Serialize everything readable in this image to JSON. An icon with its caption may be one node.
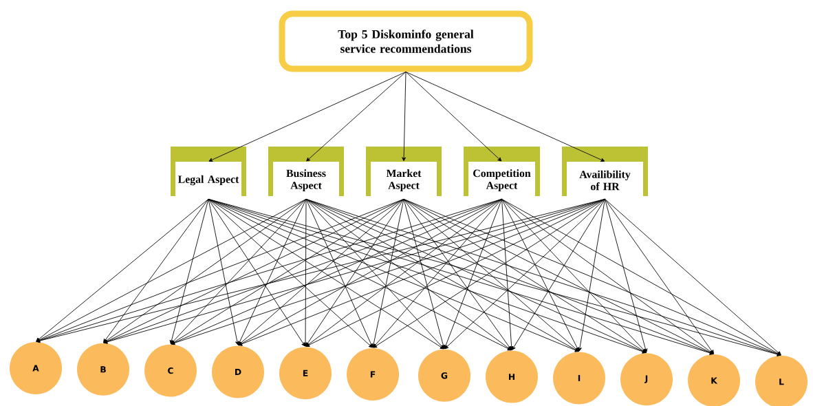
{
  "diagram": {
    "nodes": [
      {
        "text": [
          "Top 5 Diskominfo general service recommendations"
        ]
      },
      {
        "text": [
          "Legal Aspect"
        ]
      },
      {
        "text": [
          "Business Aspect"
        ]
      },
      {
        "text": [
          "Market Aspect"
        ]
      },
      {
        "text": [
          "Competition Aspect"
        ]
      },
      {
        "text": [
          "Availibility of HR"
        ]
      },
      {
        "text": [
          "A"
        ]
      },
      {
        "text": [
          "B"
        ]
      },
      {
        "text": [
          "C"
        ]
      },
      {
        "text": [
          "D"
        ]
      },
      {
        "text": [
          "E"
        ]
      },
      {
        "text": [
          "F"
        ]
      },
      {
        "text": [
          "G"
        ]
      },
      {
        "text": [
          "H"
        ]
      },
      {
        "text": [
          "I"
        ]
      },
      {
        "text": [
          "J"
        ]
      },
      {
        "text": [
          "K"
        ]
      },
      {
        "text": [
          "L"
        ]
      }
    ],
    "edges": [
      {
        "from": 0,
        "to": 1,
        "arrow": "to"
      },
      {
        "from": 0,
        "to": 2,
        "arrow": "to"
      },
      {
        "from": 0,
        "to": 3,
        "arrow": "to"
      },
      {
        "from": 0,
        "to": 4,
        "arrow": "to"
      },
      {
        "from": 0,
        "to": 5,
        "arrow": "to"
      },
      {
        "from": 1,
        "to": 6,
        "arrow": "to"
      },
      {
        "from": 1,
        "to": 7,
        "arrow": "to"
      },
      {
        "from": 1,
        "to": 8,
        "arrow": "to"
      },
      {
        "from": 1,
        "to": 9,
        "arrow": "to"
      },
      {
        "from": 1,
        "to": 10,
        "arrow": "to"
      },
      {
        "from": 1,
        "to": 11,
        "arrow": "to"
      },
      {
        "from": 1,
        "to": 12,
        "arrow": "to"
      },
      {
        "from": 1,
        "to": 13,
        "arrow": "to"
      },
      {
        "from": 1,
        "to": 14,
        "arrow": "to"
      },
      {
        "from": 1,
        "to": 15,
        "arrow": "to"
      },
      {
        "from": 1,
        "to": 16,
        "arrow": "to"
      },
      {
        "from": 1,
        "to": 17,
        "arrow": "to"
      },
      {
        "from": 2,
        "to": 6,
        "arrow": "to"
      },
      {
        "from": 2,
        "to": 7,
        "arrow": "to"
      },
      {
        "from": 2,
        "to": 8,
        "arrow": "to"
      },
      {
        "from": 2,
        "to": 9,
        "arrow": "to"
      },
      {
        "from": 2,
        "to": 10,
        "arrow": "to"
      },
      {
        "from": 2,
        "to": 11,
        "arrow": "to"
      },
      {
        "from": 2,
        "to": 12,
        "arrow": "to"
      },
      {
        "from": 2,
        "to": 13,
        "arrow": "to"
      },
      {
        "from": 2,
        "to": 14,
        "arrow": "to"
      },
      {
        "from": 2,
        "to": 15,
        "arrow": "to"
      },
      {
        "from": 2,
        "to": 16,
        "arrow": "to"
      },
      {
        "from": 2,
        "to": 17,
        "arrow": "to"
      },
      {
        "from": 3,
        "to": 6,
        "arrow": "to"
      },
      {
        "from": 3,
        "to": 7,
        "arrow": "to"
      },
      {
        "from": 3,
        "to": 8,
        "arrow": "to"
      },
      {
        "from": 3,
        "to": 9,
        "arrow": "to"
      },
      {
        "from": 3,
        "to": 10,
        "arrow": "to"
      },
      {
        "from": 3,
        "to": 11,
        "arrow": "to"
      },
      {
        "from": 3,
        "to": 12,
        "arrow": "to"
      },
      {
        "from": 3,
        "to": 13,
        "arrow": "to"
      },
      {
        "from": 3,
        "to": 14,
        "arrow": "to"
      },
      {
        "from": 3,
        "to": 15,
        "arrow": "to"
      },
      {
        "from": 3,
        "to": 16,
        "arrow": "to"
      },
      {
        "from": 3,
        "to": 17,
        "arrow": "to"
      },
      {
        "from": 4,
        "to": 6,
        "arrow": "to"
      },
      {
        "from": 4,
        "to": 7,
        "arrow": "to"
      },
      {
        "from": 4,
        "to": 8,
        "arrow": "to"
      },
      {
        "from": 4,
        "to": 9,
        "arrow": "to"
      },
      {
        "from": 4,
        "to": 10,
        "arrow": "to"
      },
      {
        "from": 4,
        "to": 11,
        "arrow": "to"
      },
      {
        "from": 4,
        "to": 12,
        "arrow": "to"
      },
      {
        "from": 4,
        "to": 13,
        "arrow": "to"
      },
      {
        "from": 4,
        "to": 14,
        "arrow": "to"
      },
      {
        "from": 4,
        "to": 15,
        "arrow": "to"
      },
      {
        "from": 4,
        "to": 16,
        "arrow": "to"
      },
      {
        "from": 4,
        "to": 17,
        "arrow": "to"
      },
      {
        "from": 5,
        "to": 6,
        "arrow": "to"
      },
      {
        "from": 5,
        "to": 7,
        "arrow": "to"
      },
      {
        "from": 5,
        "to": 8,
        "arrow": "to"
      },
      {
        "from": 5,
        "to": 9,
        "arrow": "to"
      },
      {
        "from": 5,
        "to": 10,
        "arrow": "to"
      },
      {
        "from": 5,
        "to": 11,
        "arrow": "to"
      },
      {
        "from": 5,
        "to": 12,
        "arrow": "to"
      },
      {
        "from": 5,
        "to": 13,
        "arrow": "to"
      },
      {
        "from": 5,
        "to": 14,
        "arrow": "to"
      },
      {
        "from": 5,
        "to": 15,
        "arrow": "to"
      },
      {
        "from": 5,
        "to": 16,
        "arrow": "to"
      },
      {
        "from": 5,
        "to": 17,
        "arrow": "to"
      }
    ]
  }
}
